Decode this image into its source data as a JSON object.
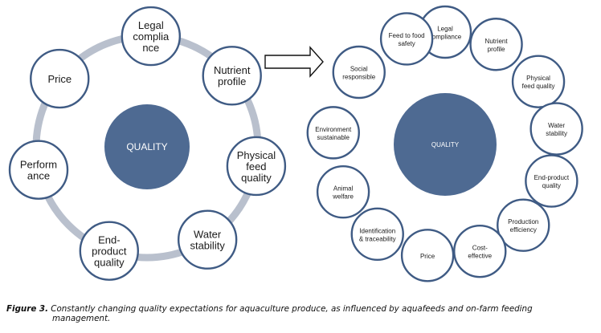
{
  "figure": {
    "left_diagram": {
      "center": "QUALITY",
      "nodes": [
        {
          "lines": [
            "Legal",
            "complia",
            "nce"
          ]
        },
        {
          "lines": [
            "Nutrient",
            "profile"
          ]
        },
        {
          "lines": [
            "Physical",
            "feed",
            "quality"
          ]
        },
        {
          "lines": [
            "Water",
            "stability"
          ]
        },
        {
          "lines": [
            "End-",
            "product",
            "quality"
          ]
        },
        {
          "lines": [
            "Perform",
            "ance"
          ]
        },
        {
          "lines": [
            "Price"
          ]
        }
      ]
    },
    "right_diagram": {
      "center": "QUALITY",
      "nodes": [
        {
          "lines": [
            "Legal",
            "compliance"
          ],
          "color": "#1a1a1a"
        },
        {
          "lines": [
            "Nutrient",
            "profile"
          ],
          "color": "#1a1a1a"
        },
        {
          "lines": [
            "Physical",
            "feed quality"
          ],
          "color": "#1a1a1a"
        },
        {
          "lines": [
            "Water",
            "stability"
          ],
          "color": "#1a1a1a"
        },
        {
          "lines": [
            "End-product",
            "quality"
          ],
          "color": "#1a1a1a"
        },
        {
          "lines": [
            "Production",
            "efficiency"
          ],
          "color": "#1a1a1a"
        },
        {
          "lines": [
            "Cost-",
            "effective"
          ],
          "color": "#1a1a1a"
        },
        {
          "lines": [
            "Price"
          ],
          "color": "#1a1a1a"
        },
        {
          "lines": [
            "Identification",
            "& traceability"
          ],
          "color": "#6a9a2e"
        },
        {
          "lines": [
            "Animal",
            "welfare"
          ],
          "color": "#6a9a2e"
        },
        {
          "lines": [
            "Environment",
            "sustainable"
          ],
          "color": "#6a9a2e"
        },
        {
          "lines": [
            "Social",
            "responsible"
          ],
          "color": "#6a9a2e"
        },
        {
          "lines": [
            "Feed to food",
            "safety"
          ],
          "color": "#6a9a2e"
        }
      ]
    },
    "caption": {
      "label": "Figure 3.",
      "text": "Constantly changing quality expectations for aquaculture produce, as influenced by aquafeeds and on-farm feeding",
      "text_cont": "management."
    }
  },
  "colors": {
    "node_border": "#3f5b84",
    "core_fill": "#4e6a92",
    "ring": "#b9c0cd",
    "green_text": "#6a9a2e"
  }
}
